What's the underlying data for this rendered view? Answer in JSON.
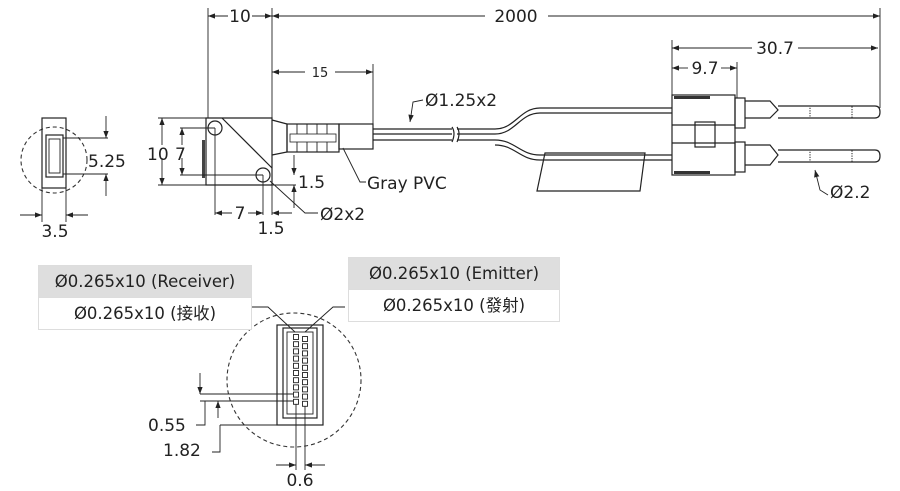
{
  "dimensions": {
    "top_head_length": "10",
    "cable_length": "2000",
    "boot_length": "15",
    "cable_diameter": "Ø1.25x2",
    "cable_material": "Gray PVC",
    "connector_length": "30.7",
    "connector_body": "9.7",
    "pin_diameter": "Ø2.2",
    "front_height": "5.25",
    "front_width": "3.5",
    "head_height": "10",
    "hole_pitch_v": "7",
    "hole_offset_v": "1.5",
    "hole_pitch_h": "7",
    "hole_offset_h": "1.5",
    "hole_diameter": "Ø2x2",
    "fiber_pitch": "0.55",
    "fiber_offset": "1.82",
    "column_spacing": "0.6"
  },
  "receiver": {
    "title": "Ø0.265x10 (Receiver)",
    "subtitle": "Ø0.265x10 (接收)"
  },
  "emitter": {
    "title": "Ø0.265x10 (Emitter)",
    "subtitle": "Ø0.265x10 (發射)"
  },
  "fiber_rows": 10
}
